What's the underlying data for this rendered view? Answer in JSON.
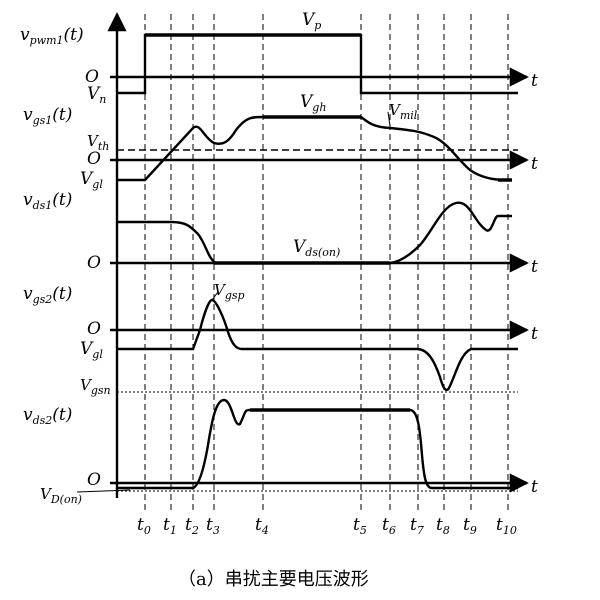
{
  "signals": {
    "vpwm1": {
      "base": "v",
      "sub": "pwm1",
      "arg": "(t)"
    },
    "vgs1": {
      "base": "v",
      "sub": "gs1",
      "arg": "(t)"
    },
    "vds1": {
      "base": "v",
      "sub": "ds1",
      "arg": "(t)"
    },
    "vgs2": {
      "base": "v",
      "sub": "gs2",
      "arg": "(t)"
    },
    "vds2": {
      "base": "v",
      "sub": "ds2",
      "arg": "(t)"
    }
  },
  "levels": {
    "O": "O",
    "Vn": {
      "base": "V",
      "sub": "n"
    },
    "Vp": {
      "base": "V",
      "sub": "p"
    },
    "Vgh": {
      "base": "V",
      "sub": "gh"
    },
    "Vmil": {
      "base": "V",
      "sub": "mil"
    },
    "Vth": {
      "base": "V",
      "sub": "th"
    },
    "Vgl": {
      "base": "V",
      "sub": "gl"
    },
    "Vds_on": {
      "base": "V",
      "sub": "ds(on)"
    },
    "Vgsp": {
      "base": "V",
      "sub": "gsp"
    },
    "Vgsn": {
      "base": "V",
      "sub": "gsn"
    },
    "VD_on": {
      "base": "V",
      "sub": "D(on)"
    }
  },
  "axis_label": "t",
  "time_ticks": [
    {
      "base": "t",
      "sub": "0"
    },
    {
      "base": "t",
      "sub": "1"
    },
    {
      "base": "t",
      "sub": "2"
    },
    {
      "base": "t",
      "sub": "3"
    },
    {
      "base": "t",
      "sub": "4"
    },
    {
      "base": "t",
      "sub": "5"
    },
    {
      "base": "t",
      "sub": "6"
    },
    {
      "base": "t",
      "sub": "7"
    },
    {
      "base": "t",
      "sub": "8"
    },
    {
      "base": "t",
      "sub": "9"
    },
    {
      "base": "t",
      "sub": "10"
    }
  ],
  "caption": "（a）串扰主要电压波形"
}
